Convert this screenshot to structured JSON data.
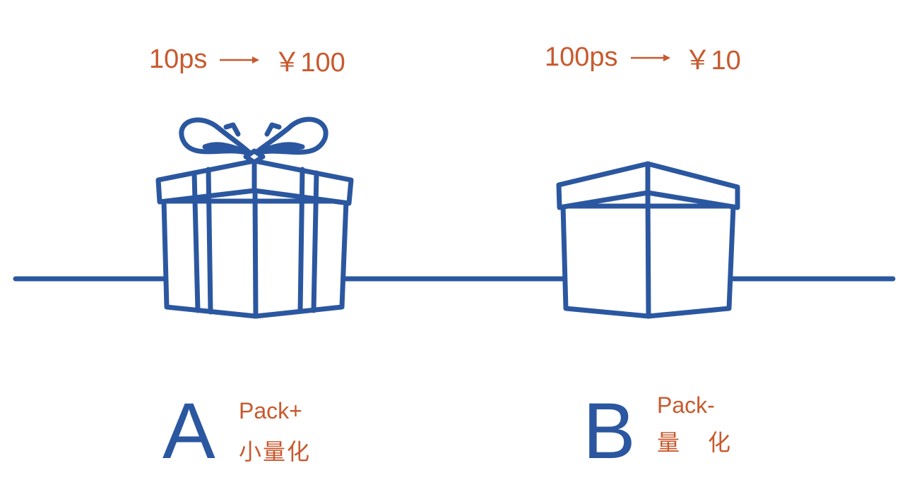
{
  "colors": {
    "line": "#2b57a0",
    "accent": "#c8592e"
  },
  "option_a": {
    "quantity": "10ps",
    "price": "￥100",
    "letter": "A",
    "pack_label": "Pack+",
    "cn_label": "小量化",
    "icon": "gift-box-with-bow-icon"
  },
  "option_b": {
    "quantity": "100ps",
    "price": "￥10",
    "letter": "B",
    "pack_label": "Pack-",
    "cn_label": "量化",
    "icon": "plain-box-icon"
  }
}
